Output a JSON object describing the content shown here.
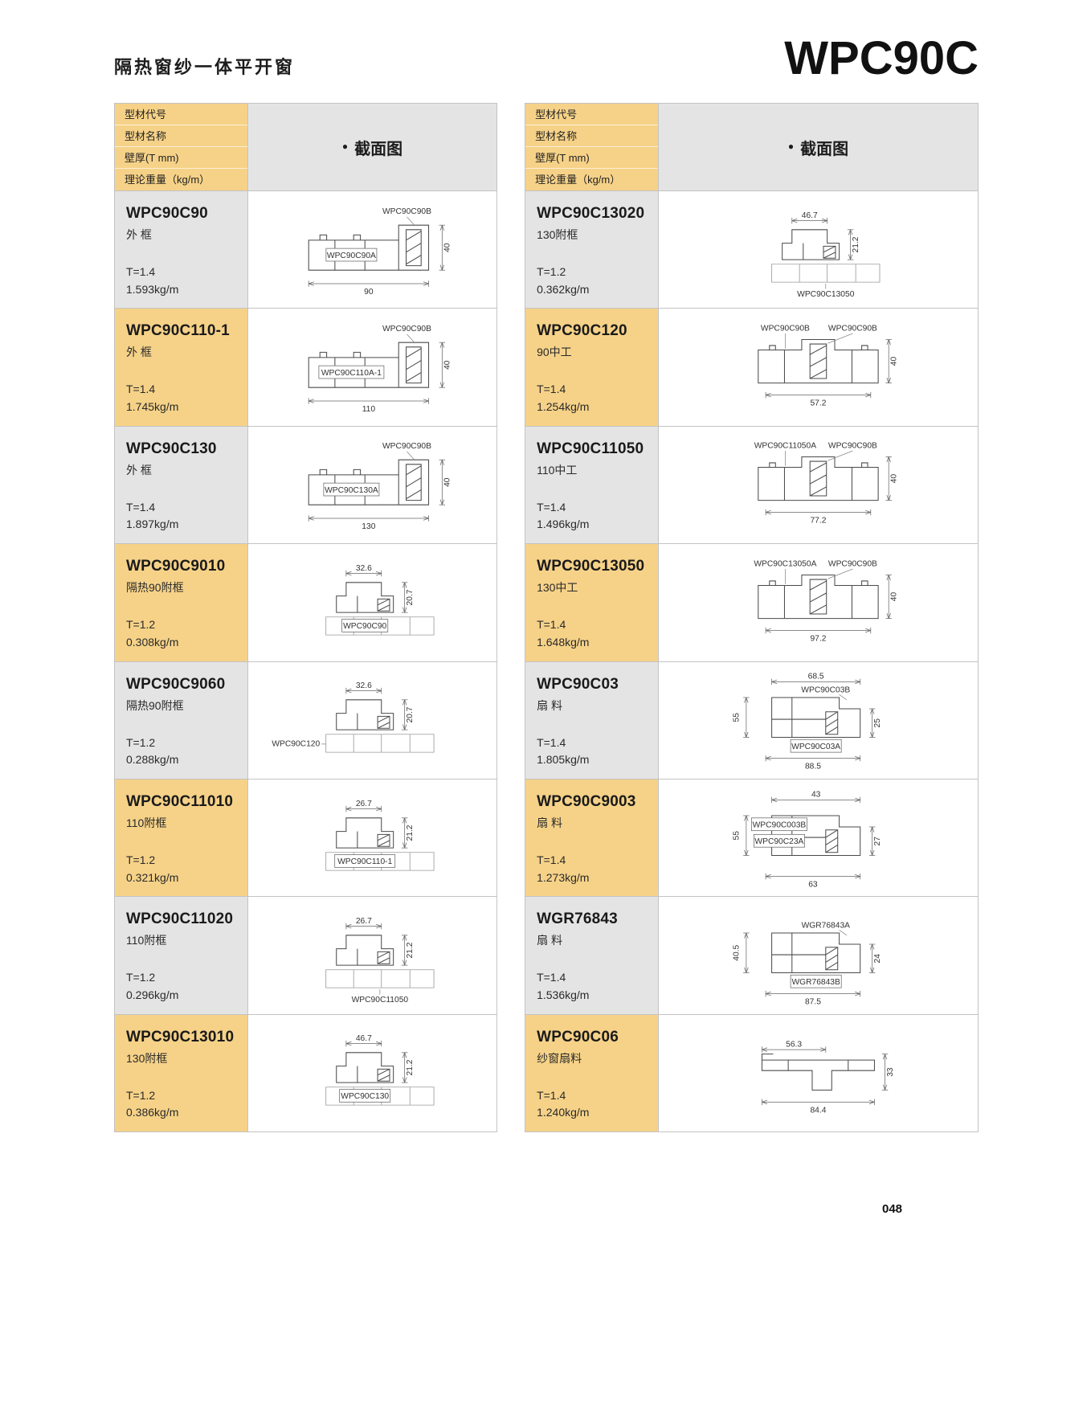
{
  "page": {
    "title": "隔热窗纱一体平开窗",
    "model": "WPC90C",
    "page_number": "048"
  },
  "table_header": {
    "field_labels": [
      "型材代号",
      "型材名称",
      "壁厚(T mm)",
      "理论重量（kg/m）"
    ],
    "section_bullet": "●",
    "section_label": "截面图"
  },
  "columns": [
    {
      "rows": [
        {
          "code": "WPC90C90",
          "name": "外 框",
          "thickness": "T=1.4",
          "weight": "1.593kg/m",
          "tone": "gray",
          "drawing": {
            "shape": "frame-h",
            "annotations": {
              "top_label": "WPC90C90B",
              "inner_label": "WPC90C90A",
              "right_dim": "40",
              "bottom_dim": "90"
            }
          }
        },
        {
          "code": "WPC90C110-1",
          "name": "外 框",
          "thickness": "T=1.4",
          "weight": "1.745kg/m",
          "tone": "tan",
          "drawing": {
            "shape": "frame-h",
            "annotations": {
              "top_label": "WPC90C90B",
              "inner_label": "WPC90C110A-1",
              "right_dim": "40",
              "bottom_dim": "110"
            }
          }
        },
        {
          "code": "WPC90C130",
          "name": "外 框",
          "thickness": "T=1.4",
          "weight": "1.897kg/m",
          "tone": "gray",
          "drawing": {
            "shape": "frame-h",
            "annotations": {
              "top_label": "WPC90C90B",
              "inner_label": "WPC90C130A",
              "right_dim": "40",
              "bottom_dim": "130"
            }
          }
        },
        {
          "code": "WPC90C9010",
          "name": "隔热90附框",
          "thickness": "T=1.2",
          "weight": "0.308kg/m",
          "tone": "tan",
          "drawing": {
            "shape": "step",
            "annotations": {
              "top_dim": "32.6",
              "right_dim": "20.7",
              "inner_label": "WPC90C90"
            }
          }
        },
        {
          "code": "WPC90C9060",
          "name": "隔热90附框",
          "thickness": "T=1.2",
          "weight": "0.288kg/m",
          "tone": "gray",
          "drawing": {
            "shape": "step",
            "annotations": {
              "top_dim": "32.6",
              "right_dim": "20.7",
              "left_label": "WPC90C120"
            }
          }
        },
        {
          "code": "WPC90C11010",
          "name": "110附框",
          "thickness": "T=1.2",
          "weight": "0.321kg/m",
          "tone": "tan",
          "drawing": {
            "shape": "step",
            "annotations": {
              "top_dim": "26.7",
              "right_dim": "21.2",
              "inner_label": "WPC90C110-1"
            }
          }
        },
        {
          "code": "WPC90C11020",
          "name": "110附框",
          "thickness": "T=1.2",
          "weight": "0.296kg/m",
          "tone": "gray",
          "drawing": {
            "shape": "step",
            "annotations": {
              "top_dim": "26.7",
              "right_dim": "21.2",
              "bottom_label": "WPC90C11050"
            }
          }
        },
        {
          "code": "WPC90C13010",
          "name": "130附框",
          "thickness": "T=1.2",
          "weight": "0.386kg/m",
          "tone": "tan",
          "drawing": {
            "shape": "step",
            "annotations": {
              "top_dim": "46.7",
              "right_dim": "21.2",
              "inner_label": "WPC90C130"
            }
          }
        }
      ]
    },
    {
      "rows": [
        {
          "code": "WPC90C13020",
          "name": "130附框",
          "thickness": "T=1.2",
          "weight": "0.362kg/m",
          "tone": "gray",
          "drawing": {
            "shape": "step",
            "annotations": {
              "top_dim": "46.7",
              "right_dim": "21.2",
              "bottom_label": "WPC90C13050"
            }
          }
        },
        {
          "code": "WPC90C120",
          "name": "90中工",
          "thickness": "T=1.4",
          "weight": "1.254kg/m",
          "tone": "tan",
          "drawing": {
            "shape": "mullion",
            "annotations": {
              "top_label": "WPC90C90B",
              "top_label2": "WPC90C90B",
              "right_dim": "40",
              "bottom_dim": "57.2"
            }
          }
        },
        {
          "code": "WPC90C11050",
          "name": "110中工",
          "thickness": "T=1.4",
          "weight": "1.496kg/m",
          "tone": "gray",
          "drawing": {
            "shape": "mullion",
            "annotations": {
              "top_label": "WPC90C11050A",
              "top_label2": "WPC90C90B",
              "right_dim": "40",
              "bottom_dim": "77.2"
            }
          }
        },
        {
          "code": "WPC90C13050",
          "name": "130中工",
          "thickness": "T=1.4",
          "weight": "1.648kg/m",
          "tone": "tan",
          "drawing": {
            "shape": "mullion",
            "annotations": {
              "top_label": "WPC90C13050A",
              "top_label2": "WPC90C90B",
              "right_dim": "40",
              "bottom_dim": "97.2"
            }
          }
        },
        {
          "code": "WPC90C03",
          "name": "扇 料",
          "thickness": "T=1.4",
          "weight": "1.805kg/m",
          "tone": "gray",
          "drawing": {
            "shape": "sash",
            "annotations": {
              "top_dim": "68.5",
              "top_label": "WPC90C03B",
              "left_dim": "55",
              "right_dim": "25",
              "bottom_label": "WPC90C03A",
              "bottom_dim": "88.5"
            }
          }
        },
        {
          "code": "WPC90C9003",
          "name": "扇 料",
          "thickness": "T=1.4",
          "weight": "1.273kg/m",
          "tone": "tan",
          "drawing": {
            "shape": "sash",
            "annotations": {
              "top_dim": "43",
              "left_label": "WPC90C003B",
              "left_label2": "WPC90C23A",
              "left_dim": "55",
              "right_dim": "27",
              "bottom_dim": "63"
            }
          }
        },
        {
          "code": "WGR76843",
          "name": "扇 料",
          "thickness": "T=1.4",
          "weight": "1.536kg/m",
          "tone": "gray",
          "drawing": {
            "shape": "sash",
            "annotations": {
              "top_label": "WGR76843A",
              "left_dim": "40.5",
              "right_dim": "24",
              "bottom_label": "WGR76843B",
              "bottom_dim": "87.5"
            }
          }
        },
        {
          "code": "WPC90C06",
          "name": "纱窗扇料",
          "thickness": "T=1.4",
          "weight": "1.240kg/m",
          "tone": "tan",
          "drawing": {
            "shape": "screen",
            "annotations": {
              "top_dim": "56.3",
              "right_dim": "33",
              "bottom_dim": "84.4"
            }
          }
        }
      ]
    }
  ]
}
